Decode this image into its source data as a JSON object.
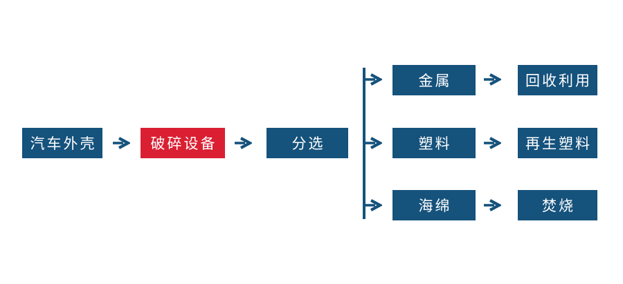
{
  "colors": {
    "navy": "#15527C",
    "red": "#DA1F33",
    "text": "#FFFFFF",
    "background": "#FFFFFF"
  },
  "icons": {
    "arrow_right": "→"
  },
  "flowchart": {
    "main_flow": [
      {
        "id": "car-shell",
        "label": "汽车外壳",
        "color": "navy"
      },
      {
        "id": "crushing-equipment",
        "label": "破碎设备",
        "color": "red"
      },
      {
        "id": "sorting",
        "label": "分选",
        "color": "navy"
      }
    ],
    "branches": [
      {
        "material": "金属",
        "outcome": "回收利用"
      },
      {
        "material": "塑料",
        "outcome": "再生塑料"
      },
      {
        "material": "海绵",
        "outcome": "焚烧"
      }
    ]
  }
}
